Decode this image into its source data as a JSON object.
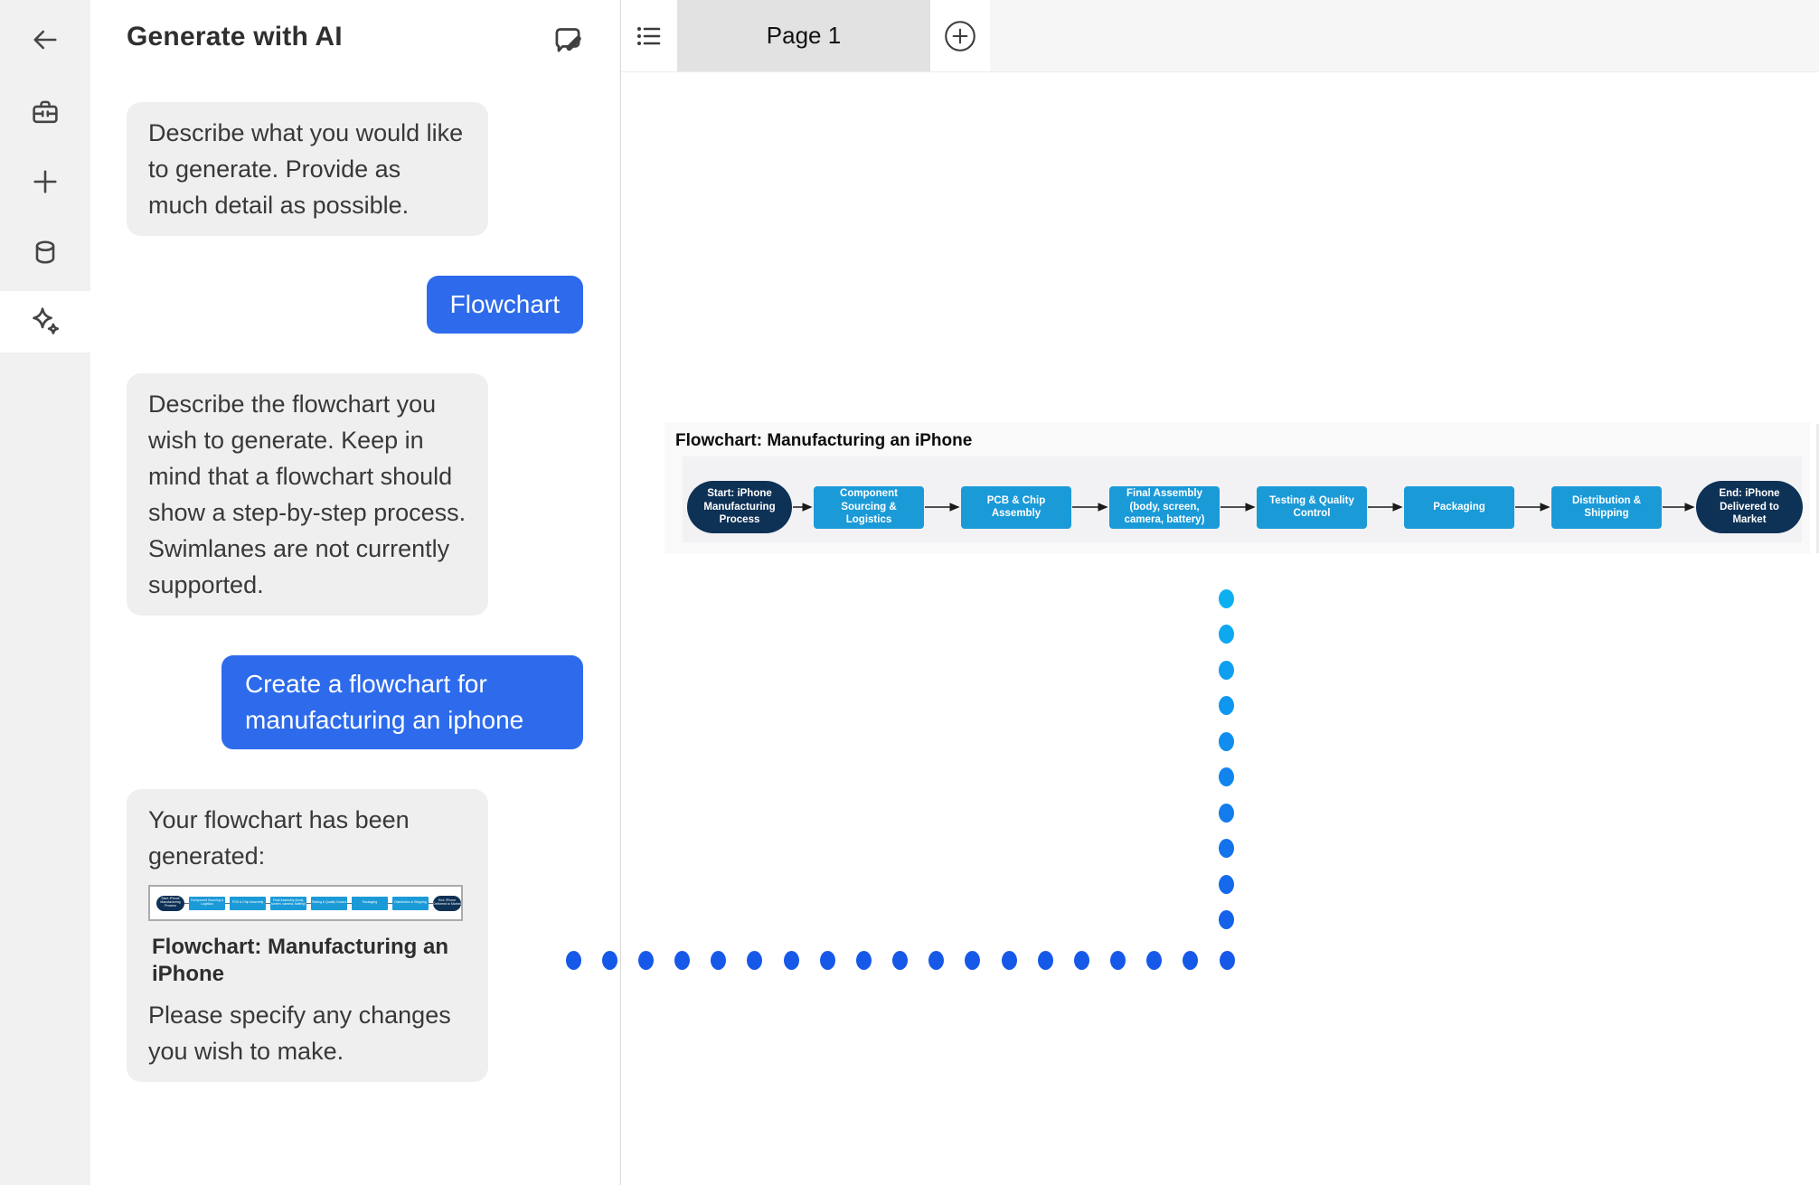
{
  "sidebar": {
    "items": [
      {
        "icon": "back-arrow-icon",
        "active": false
      },
      {
        "icon": "toolbox-icon",
        "active": false
      },
      {
        "icon": "plus-icon",
        "active": false
      },
      {
        "icon": "database-icon",
        "active": false
      },
      {
        "icon": "ai-sparkles-icon",
        "active": true
      }
    ]
  },
  "panel": {
    "title": "Generate with AI",
    "header_icon": "compose-note-icon"
  },
  "chat": {
    "bot1": "Describe what you would like to generate. Provide as much detail as possible.",
    "user1": "Flowchart",
    "bot2": "Describe the flowchart you wish to generate. Keep in mind that a flowchart should show a step-by-step process. Swimlanes are not currently supported.",
    "user2": "Create a flowchart  for manufacturing an iphone",
    "bot3_intro": "Your flowchart has been generated:",
    "bot3_caption": "Flowchart: Manufacturing an iPhone",
    "bot3_outro": "Please specify any changes you wish to make."
  },
  "tabbar": {
    "page_tab": "Page 1",
    "list_icon": "page-list-icon",
    "add_icon": "add-page-icon"
  },
  "flowchart": {
    "title": "Flowchart: Manufacturing an iPhone",
    "nodes": [
      {
        "label": "Start: iPhone Manufacturing Process",
        "type": "terminal"
      },
      {
        "label": "Component Sourcing & Logistics",
        "type": "process"
      },
      {
        "label": "PCB & Chip Assembly",
        "type": "process"
      },
      {
        "label": "Final Assembly (body, screen, camera, battery)",
        "type": "process"
      },
      {
        "label": "Testing & Quality Control",
        "type": "process"
      },
      {
        "label": "Packaging",
        "type": "process"
      },
      {
        "label": "Distribution & Shipping",
        "type": "process"
      },
      {
        "label": "End: iPhone Delivered to Market",
        "type": "terminal"
      }
    ],
    "connector_style": "arrow"
  },
  "loading_indicator": {
    "shape": "L-path of dots",
    "vertical_dot_count": 10,
    "horizontal_dot_count": 19,
    "top_color": "#0BB9F2",
    "bottom_color": "#1659E9"
  },
  "colors": {
    "accent_blue": "#2D6BEC",
    "bubble_gray": "#EFEFEF",
    "node_process_blue": "#1B9AD8",
    "node_terminal_navy": "#0E3156",
    "rail_gray": "#F1F1F2",
    "active_tab_gray": "#E2E2E3"
  }
}
